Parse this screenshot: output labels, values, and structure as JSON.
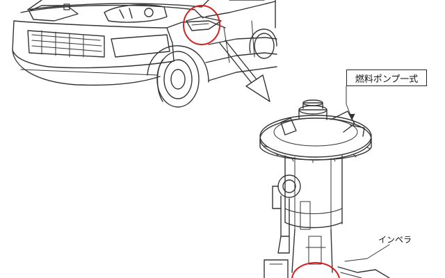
{
  "labels": {
    "fuel_pump_assembly": "燃料ポンプ一式",
    "impeller": "インペラ"
  },
  "colors": {
    "highlight": "#d42020",
    "line": "#333333"
  },
  "icons": {
    "hood_emblem": "honda-h-logo"
  }
}
